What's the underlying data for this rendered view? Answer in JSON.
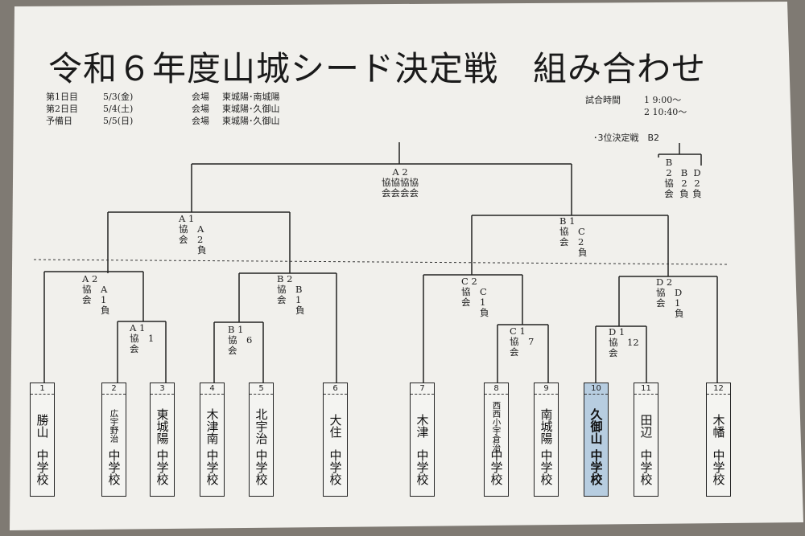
{
  "title": "令和６年度山城シード決定戦　組み合わせ",
  "schedule": [
    {
      "day": "第1日目",
      "date": "5/3(金)",
      "venue_label": "会場",
      "venue": "東城陽･南城陽"
    },
    {
      "day": "第2日目",
      "date": "5/4(土)",
      "venue_label": "会場",
      "venue": "東城陽･久御山"
    },
    {
      "day": "予備日",
      "date": "5/5(日)",
      "venue_label": "会場",
      "venue": "東城陽･久御山"
    }
  ],
  "match_times": {
    "label": "試合時間",
    "times": [
      "1 9:00～",
      "2 10:40～"
    ]
  },
  "third_place": {
    "title": "･3位決定戦　B2",
    "left": [
      "B 2",
      "協",
      "会"
    ],
    "mid": [
      "B",
      "2",
      "負"
    ],
    "right": [
      "D",
      "2",
      "負"
    ]
  },
  "final": {
    "lines": [
      "A 2",
      "協協協協",
      "会会会会"
    ]
  },
  "semis": [
    {
      "id": "A1",
      "lines": [
        "A 1",
        "協　A",
        "会　2",
        "　　負"
      ]
    },
    {
      "id": "B1",
      "lines": [
        "B 1",
        "協　C",
        "会　2",
        "　　負"
      ]
    }
  ],
  "quarters": [
    {
      "id": "A2",
      "lines": [
        "A 2",
        "協　A",
        "会　1",
        "　　負"
      ]
    },
    {
      "id": "B2",
      "lines": [
        "B 2",
        "協　B",
        "会　1",
        "　　負"
      ]
    },
    {
      "id": "C2",
      "lines": [
        "C 2",
        "協　C",
        "会　1",
        "　　負"
      ]
    },
    {
      "id": "D2",
      "lines": [
        "D 2",
        "協　D",
        "会　1",
        "　　負"
      ]
    }
  ],
  "firsts": [
    {
      "id": "A1r",
      "lines": [
        "A 1",
        "協　1",
        "会"
      ]
    },
    {
      "id": "B1r",
      "lines": [
        "B 1",
        "協　6",
        "会"
      ]
    },
    {
      "id": "C1r",
      "lines": [
        "C 1",
        "協　7",
        "会"
      ]
    },
    {
      "id": "D1r",
      "lines": [
        "D 1",
        "協　12",
        "会"
      ]
    }
  ],
  "teams": [
    {
      "num": "1",
      "name": "勝山",
      "suffix": "中学校"
    },
    {
      "num": "2",
      "name": "広宇野治",
      "suffix": "中学校",
      "small": true
    },
    {
      "num": "3",
      "name": "東城陽",
      "suffix": "中学校"
    },
    {
      "num": "4",
      "name": "木津南",
      "suffix": "中学校"
    },
    {
      "num": "5",
      "name": "北宇治",
      "suffix": "中学校"
    },
    {
      "num": "6",
      "name": "大住",
      "suffix": "中学校"
    },
    {
      "num": "7",
      "name": "木津",
      "suffix": "中学校"
    },
    {
      "num": "8",
      "name": "西西小宇倉治",
      "suffix": "中学校",
      "small": true
    },
    {
      "num": "9",
      "name": "南城陽",
      "suffix": "中学校"
    },
    {
      "num": "10",
      "name": "久御山",
      "suffix": "中学校",
      "highlight": true
    },
    {
      "num": "11",
      "name": "田辺",
      "suffix": "中学校"
    },
    {
      "num": "12",
      "name": "木幡",
      "suffix": "中学校"
    }
  ],
  "colors": {
    "paper": "#f1f0ec",
    "ink": "#1f1f1f",
    "highlight": "#b7cde0",
    "background": "#7f7a73"
  }
}
